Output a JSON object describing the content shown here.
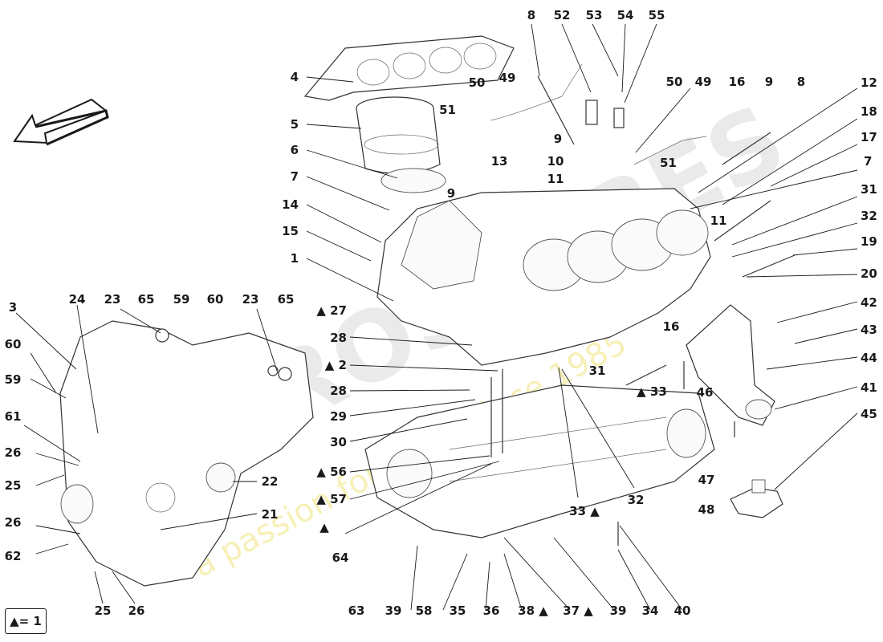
{
  "legend": {
    "text": "▲= 1"
  },
  "watermark": {
    "brand": "EUROSPARES",
    "tagline": "a passion for parts since 1985"
  },
  "colors": {
    "line": "#1a1a1a",
    "watermark_gray": "#d9d9d9",
    "watermark_yellow": "#f3eb9a"
  },
  "callouts": [
    {
      "id": "c4",
      "text": "4"
    },
    {
      "id": "c5",
      "text": "5"
    },
    {
      "id": "c6",
      "text": "6"
    },
    {
      "id": "c7a",
      "text": "7"
    },
    {
      "id": "c14",
      "text": "14"
    },
    {
      "id": "c15",
      "text": "15"
    },
    {
      "id": "c1",
      "text": "1"
    },
    {
      "id": "c8a",
      "text": "8"
    },
    {
      "id": "c52",
      "text": "52"
    },
    {
      "id": "c53",
      "text": "53"
    },
    {
      "id": "c54",
      "text": "54"
    },
    {
      "id": "c55",
      "text": "55"
    },
    {
      "id": "c50a",
      "text": "50"
    },
    {
      "id": "c49a",
      "text": "49"
    },
    {
      "id": "c51a",
      "text": "51"
    },
    {
      "id": "c9a",
      "text": "9"
    },
    {
      "id": "c10",
      "text": "10"
    },
    {
      "id": "c11a",
      "text": "11"
    },
    {
      "id": "c13",
      "text": "13"
    },
    {
      "id": "c9b",
      "text": "9"
    },
    {
      "id": "c50b",
      "text": "50"
    },
    {
      "id": "c49b",
      "text": "49"
    },
    {
      "id": "c16a",
      "text": "16"
    },
    {
      "id": "c9c",
      "text": "9"
    },
    {
      "id": "c8b",
      "text": "8"
    },
    {
      "id": "c12",
      "text": "12"
    },
    {
      "id": "c18",
      "text": "18"
    },
    {
      "id": "c17",
      "text": "17"
    },
    {
      "id": "c7b",
      "text": "7"
    },
    {
      "id": "c31a",
      "text": "31"
    },
    {
      "id": "c32a",
      "text": "32"
    },
    {
      "id": "c19",
      "text": "19"
    },
    {
      "id": "c20",
      "text": "20"
    },
    {
      "id": "c51b",
      "text": "51"
    },
    {
      "id": "c11b",
      "text": "11"
    },
    {
      "id": "c42",
      "text": "42"
    },
    {
      "id": "c43",
      "text": "43"
    },
    {
      "id": "c44",
      "text": "44"
    },
    {
      "id": "c41",
      "text": "41"
    },
    {
      "id": "c45",
      "text": "45"
    },
    {
      "id": "c46",
      "text": "46"
    },
    {
      "id": "c47",
      "text": "47"
    },
    {
      "id": "c48",
      "text": "48"
    },
    {
      "id": "c16b",
      "text": "16"
    },
    {
      "id": "c33a",
      "text": "▲ 33"
    },
    {
      "id": "c31b",
      "text": "31"
    },
    {
      "id": "c27",
      "text": "▲ 27"
    },
    {
      "id": "c28a",
      "text": "28"
    },
    {
      "id": "c2",
      "text": "▲ 2"
    },
    {
      "id": "c28b",
      "text": "28"
    },
    {
      "id": "c29",
      "text": "29"
    },
    {
      "id": "c30",
      "text": "30"
    },
    {
      "id": "c56",
      "text": "▲ 56"
    },
    {
      "id": "c57",
      "text": "▲ 57"
    },
    {
      "id": "cTri",
      "text": "▲"
    },
    {
      "id": "c64",
      "text": "64"
    },
    {
      "id": "c33b",
      "text": "33 ▲"
    },
    {
      "id": "c32b",
      "text": "32"
    },
    {
      "id": "c63",
      "text": "63"
    },
    {
      "id": "c39a",
      "text": "39"
    },
    {
      "id": "c58",
      "text": "58"
    },
    {
      "id": "c35",
      "text": "35"
    },
    {
      "id": "c36",
      "text": "36"
    },
    {
      "id": "c38",
      "text": "38 ▲"
    },
    {
      "id": "c37",
      "text": "37 ▲"
    },
    {
      "id": "c39b",
      "text": "39"
    },
    {
      "id": "c34",
      "text": "34"
    },
    {
      "id": "c40",
      "text": "40"
    },
    {
      "id": "c3",
      "text": "3"
    },
    {
      "id": "c24",
      "text": "24"
    },
    {
      "id": "c23a",
      "text": "23"
    },
    {
      "id": "c65a",
      "text": "65"
    },
    {
      "id": "c59a",
      "text": "59"
    },
    {
      "id": "c60a",
      "text": "60"
    },
    {
      "id": "c23b",
      "text": "23"
    },
    {
      "id": "c65b",
      "text": "65"
    },
    {
      "id": "c60b",
      "text": "60"
    },
    {
      "id": "c59b",
      "text": "59"
    },
    {
      "id": "c61",
      "text": "61"
    },
    {
      "id": "c26a",
      "text": "26"
    },
    {
      "id": "c25a",
      "text": "25"
    },
    {
      "id": "c22",
      "text": "22"
    },
    {
      "id": "c21",
      "text": "21"
    },
    {
      "id": "c26b",
      "text": "26"
    },
    {
      "id": "c62",
      "text": "62"
    },
    {
      "id": "c25b",
      "text": "25"
    },
    {
      "id": "c26c",
      "text": "26"
    }
  ]
}
